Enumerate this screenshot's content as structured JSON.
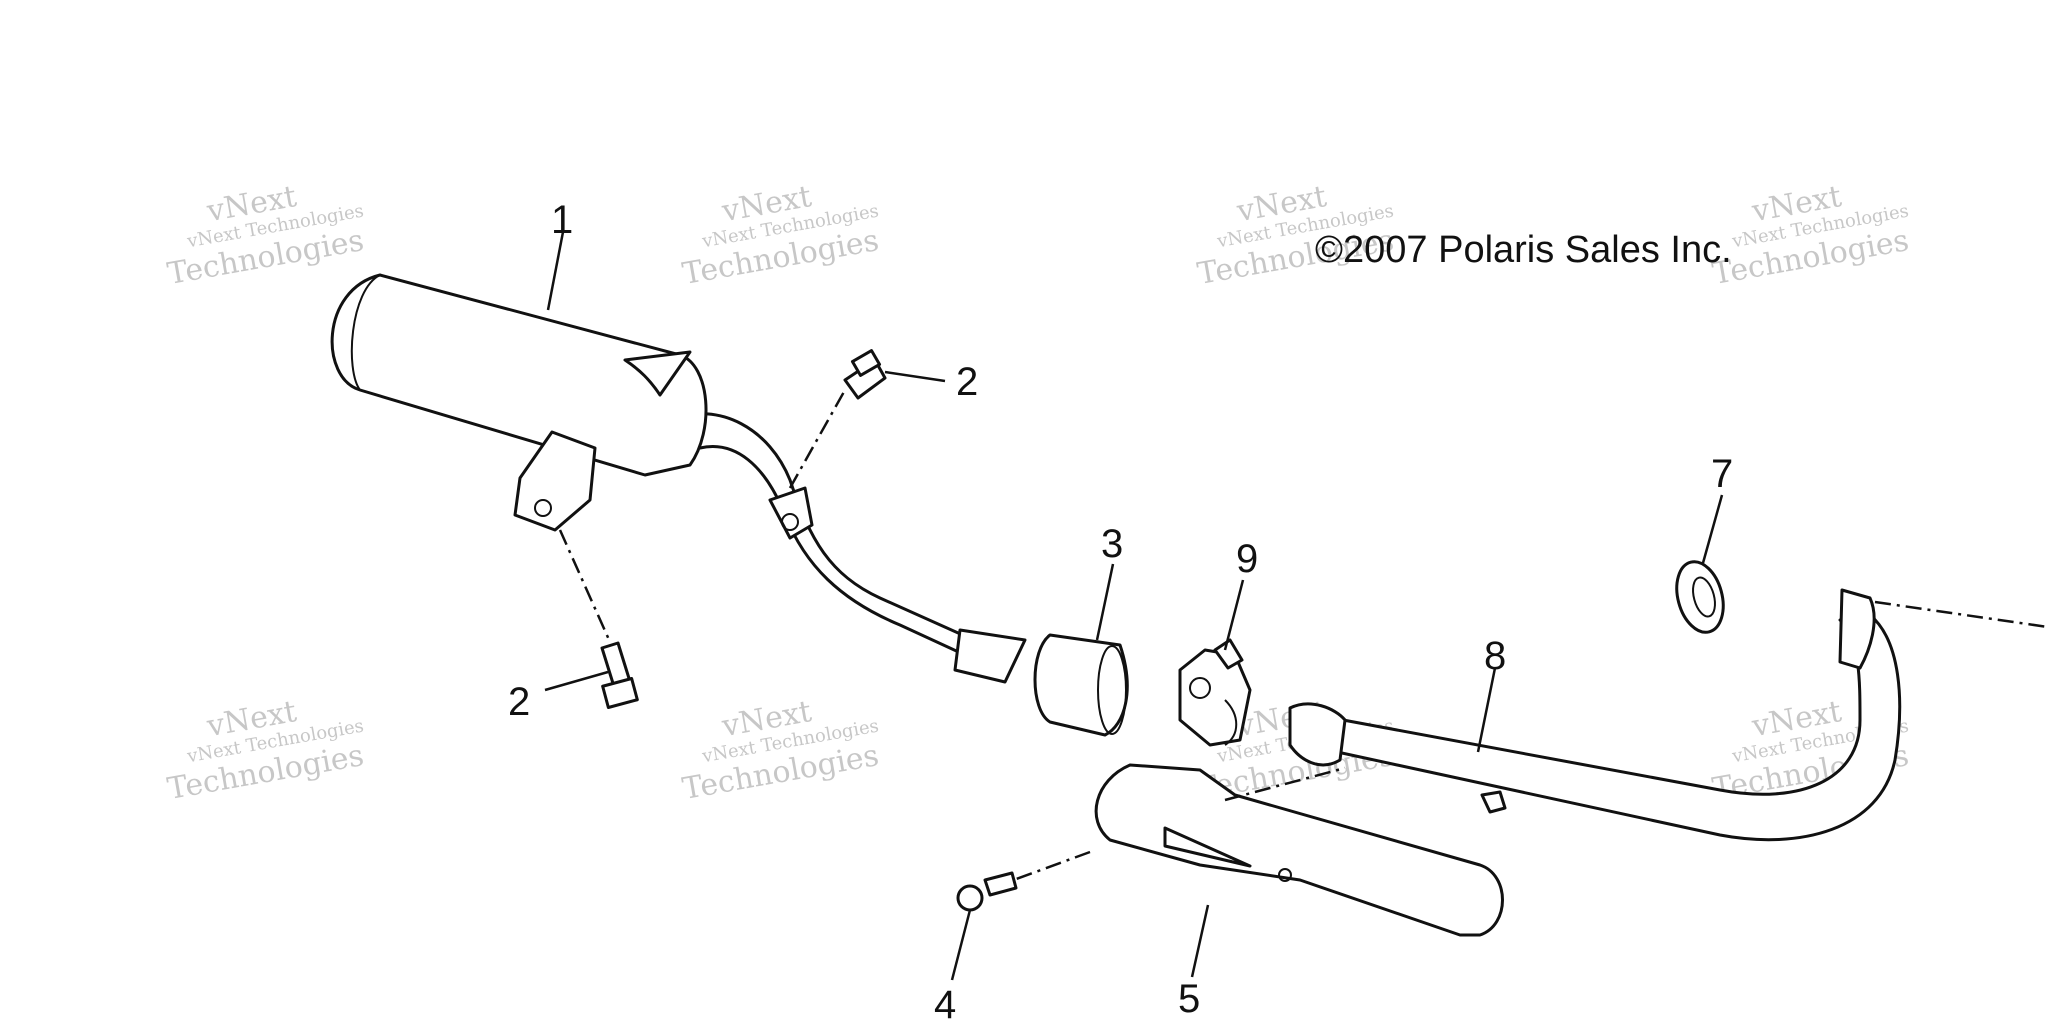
{
  "copyright": "©2007 Polaris Sales Inc.",
  "watermark": {
    "line1": "vNext",
    "line2": "vNext Technologies",
    "line3": "Technologies"
  },
  "callouts": {
    "muffler": "1",
    "bolt_upper": "2",
    "bolt_lower": "2",
    "gasket": "3",
    "bolt_shield": "4",
    "heat_shield": "5",
    "seal": "7",
    "head_pipe": "8",
    "clamp": "9"
  },
  "colors": {
    "ink": "#111111",
    "watermark": "#9a9a9a",
    "background": "#ffffff"
  }
}
